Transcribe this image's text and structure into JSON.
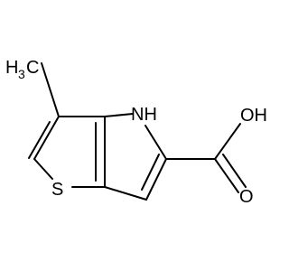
{
  "molecule": {
    "labels": {
      "methyl_h": "H",
      "methyl_sub": "3",
      "methyl_c": "C",
      "nh": "NH",
      "oh": "OH",
      "carbonyl_o": "O",
      "sulfur": "S"
    },
    "colors": {
      "bond": "#000000",
      "text": "#000000",
      "background": "#ffffff"
    }
  }
}
